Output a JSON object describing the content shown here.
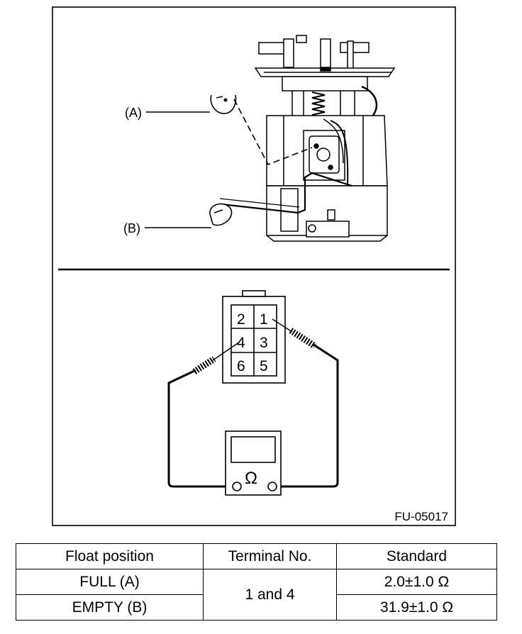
{
  "diagram": {
    "callouts": {
      "a": "(A)",
      "b": "(B)"
    },
    "connector_terminals": {
      "t1": "1",
      "t2": "2",
      "t3": "3",
      "t4": "4",
      "t5": "5",
      "t6": "6"
    },
    "meter_symbol": "Ω",
    "figure_id": "FU-05017"
  },
  "table": {
    "headers": [
      "Float position",
      "Terminal No.",
      "Standard"
    ],
    "rows": [
      {
        "float_position": "FULL (A)",
        "terminal": "1 and 4",
        "standard": "2.0±1.0 Ω"
      },
      {
        "float_position": "EMPTY (B)",
        "terminal": "1 and 4",
        "standard": "31.9±1.0 Ω"
      }
    ]
  }
}
